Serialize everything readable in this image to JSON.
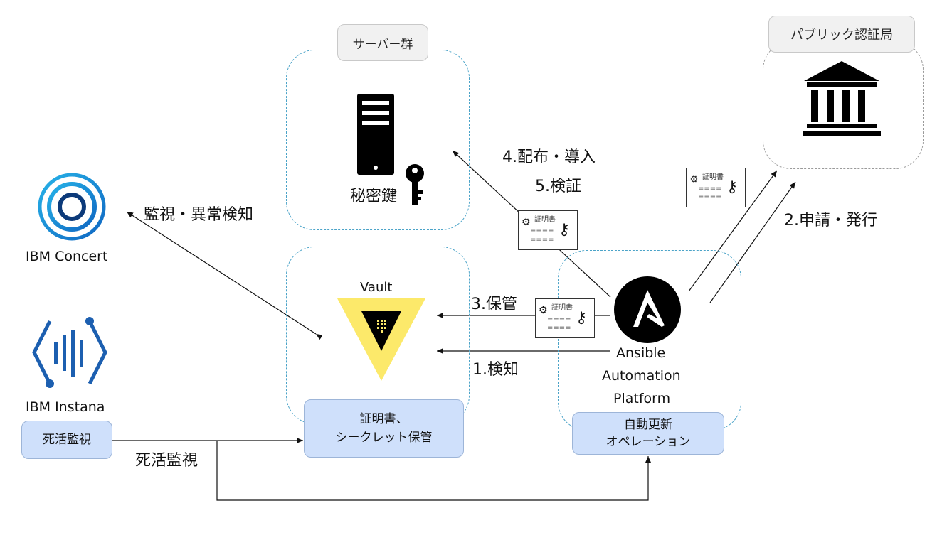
{
  "groups": {
    "servers": "サーバー群",
    "public_ca": "パブリック認証局"
  },
  "server": {
    "label": "秘密鍵"
  },
  "vault": {
    "label": "Vault",
    "box_line1": "証明書、",
    "box_line2": "シークレット保管"
  },
  "ansible": {
    "line1": "Ansible",
    "line2": "Automation",
    "line3": "Platform",
    "box_line1": "自動更新",
    "box_line2": "オペレーション"
  },
  "concert": {
    "label": "IBM Concert"
  },
  "instana": {
    "label": "IBM Instana",
    "box": "死活監視"
  },
  "edges": {
    "monitor": "監視・異常検知",
    "distribute": "4.配布・導入",
    "verify": "5.検証",
    "store": "3.保管",
    "detect": "1.検知",
    "apply": "2.申請・発行",
    "liveness": "死活監視"
  },
  "cert": {
    "title": "証明書",
    "line": "====",
    "colors": {
      "border": "#333333"
    }
  },
  "colors": {
    "group_border": "#4aa3c8",
    "blue_box": "#cfe0fb",
    "vault_yellow": "#fce96a",
    "concert_blue": "#1a8fd6",
    "instana_blue": "#1c5fb0"
  },
  "icons": [
    "server-icon",
    "key-icon",
    "bank-icon",
    "vault-logo-icon",
    "ansible-logo-icon",
    "concert-logo-icon",
    "instana-logo-icon",
    "gear-icon"
  ]
}
